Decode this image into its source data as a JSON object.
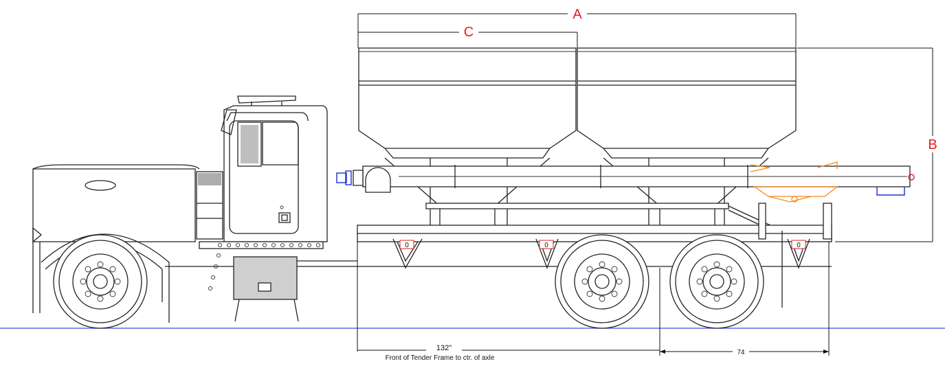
{
  "labels": {
    "a": "A",
    "b": "B",
    "c": "C",
    "marker": "0"
  },
  "dimensions": {
    "wheelbase_value": "132\"",
    "wheelbase_caption": "Front of Tender Frame to ctr. of axle",
    "rear_value": "74"
  },
  "colors": {
    "label": "#e32020",
    "ground_line": "#3b4fe0",
    "auger_accent": "#f08c1c",
    "fitting_blue": "#1b2fd6"
  }
}
